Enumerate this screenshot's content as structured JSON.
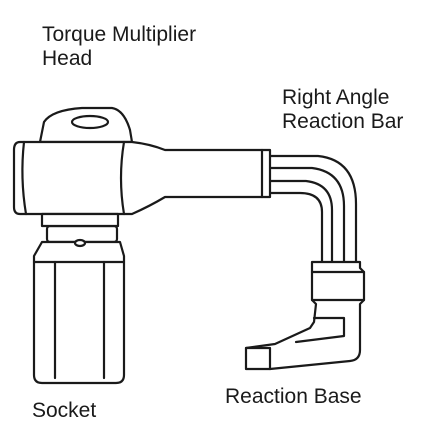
{
  "labels": {
    "head_line1": "Torque Multiplier",
    "head_line2": "Head",
    "reaction_bar_line1": "Right Angle",
    "reaction_bar_line2": "Reaction Bar",
    "reaction_base": "Reaction Base",
    "socket": "Socket"
  },
  "colors": {
    "line": "#1a1a1a",
    "background": "#ffffff"
  }
}
